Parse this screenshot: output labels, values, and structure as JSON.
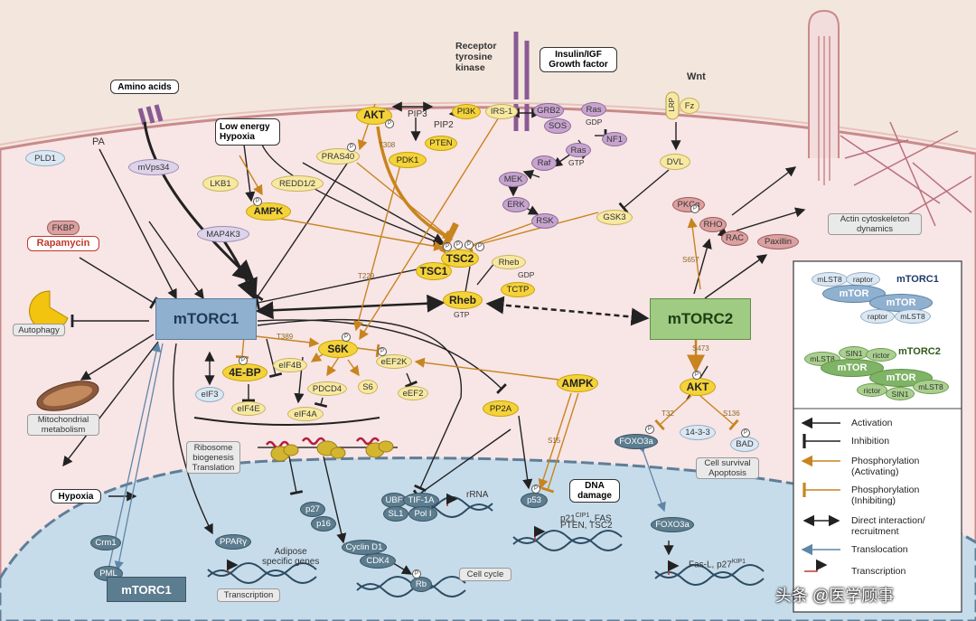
{
  "receptor": {
    "line1": "Receptor",
    "line2": "tyrosine",
    "line3": "kinase",
    "ligand_line1": "Insulin/IGF",
    "ligand_line2": "Growth factor"
  },
  "wnt": "Wnt",
  "amino_acids": "Amino acids",
  "low_energy_line1": "Low energy",
  "low_energy_line2": "Hypoxia",
  "nodes": {
    "pld1": "PLD1",
    "pa": "PA",
    "mvps34": "mVps34",
    "map4k3": "MAP4K3",
    "fkbp": "FKBP",
    "rapamycin": "Rapamycin",
    "lkb1": "LKB1",
    "ampk": "AMPK",
    "redd": "REDD1/2",
    "pras40": "PRAS40",
    "akt": "AKT",
    "pdk1": "PDK1",
    "pip3": "PIP3",
    "pip2": "PIP2",
    "pten": "PTEN",
    "pi3k": "PI3K",
    "irs1": "IRS-1",
    "grb2": "GRB2",
    "sos": "SOS",
    "ras": "Ras",
    "gdp": "GDP",
    "ras2": "Ras",
    "gtp": "GTP",
    "nf1": "NF1",
    "raf": "Raf",
    "mek": "MEK",
    "erk": "ERK",
    "rsk": "RSK",
    "tsc2": "TSC2",
    "tsc1": "TSC1",
    "rheb_gdp": "Rheb",
    "gdp2": "GDP",
    "tctp": "TCTP",
    "rheb": "Rheb",
    "gtp2": "GTP",
    "gsk3": "GSK3",
    "lrp": "LRP",
    "fz": "Fz",
    "dvl": "DVL",
    "pkca": "PKCα",
    "rho": "RHO",
    "rac": "RAC",
    "paxillin": "Paxillin",
    "actin_line1": "Actin cytoskeleton",
    "actin_line2": "dynamics",
    "mtorc1": "mTORC1",
    "mtorc2": "mTORC2",
    "autophagy": "Autophagy",
    "mito_line1": "Mitochondrial",
    "mito_line2": "metabolism",
    "fourebp": "4E-BP",
    "eif3": "eIF3",
    "eif4e": "eIF4E",
    "eif4b": "eIF4B",
    "pdcd4": "PDCD4",
    "eif4a": "eIF4A",
    "s6k": "S6K",
    "s6": "S6",
    "eef2k": "eEF2K",
    "eef2": "eEF2",
    "ampk2": "AMPK",
    "pp2a": "PP2A",
    "t389": "T389",
    "t308": "T308",
    "t229": "T229",
    "s657": "S657",
    "s473": "S473",
    "t32": "T32",
    "s136": "S136",
    "s15": "S15",
    "akt2": "AKT",
    "foxo3a": "FOXO3a",
    "fourteen33": "14-3-3",
    "bad": "BAD",
    "ribo_line1": "Ribosome",
    "ribo_line2": "biogenesis",
    "ribo_line3": "Translation",
    "survival_line1": "Cell survival",
    "survival_line2": "Apoptosis",
    "hypoxia": "Hypoxia",
    "p27": "p27",
    "p16": "p16",
    "cyclind1": "Cyclin D1",
    "cdk4": "CDK4",
    "rb": "Rb",
    "ubf": "UBF",
    "tif1a": "TIF-1A",
    "sl1": "SL1",
    "pol1": "Pol I",
    "rrna": "rRNA",
    "p53": "p53",
    "dna_damage_line1": "DNA",
    "dna_damage_line2": "damage",
    "p21_text": "p21",
    "p21_sup": "CIP1",
    "fas_text": ", FAS",
    "pten_tsc2": "PTEN, TSC2",
    "foxo3a_nuc": "FOXO3a",
    "fasl_text": "Fas-L, p27",
    "fasl_sup": "KIP1",
    "crm1": "Crm1",
    "pml": "PML",
    "mtorc1_nuc": "mTORC1",
    "ppar": "PPARγ",
    "adipose_line1": "Adipose",
    "adipose_line2": "specific genes",
    "transcription": "Transcription",
    "cell_cycle": "Cell cycle",
    "p_letter": "P"
  },
  "legend": {
    "title1": "mTORC1",
    "title2": "mTORC2",
    "c1_mlst8": "mLST8",
    "c1_raptor": "raptor",
    "c1_mtor": "mTOR",
    "c1_mtor2": "mTOR",
    "c1_raptor2": "raptor",
    "c1_mlst82": "mLST8",
    "c2_sin1": "SIN1",
    "c2_rictor": "rictor",
    "c2_mlst8": "mLST8",
    "c2_mtor": "mTOR",
    "c2_mtor2": "mTOR",
    "c2_rictor2": "rictor",
    "c2_sin12": "SIN1",
    "c2_mlst82": "mLST8",
    "items": [
      {
        "label": "Activation"
      },
      {
        "label": "Inhibition"
      },
      {
        "label": "Phosphorylation\n(Activating)"
      },
      {
        "label": "Phosphorylation\n(Inhibiting)"
      },
      {
        "label": "Direct interaction/\nrecruitment"
      },
      {
        "label": "Translocation"
      },
      {
        "label": "Transcription"
      }
    ]
  },
  "watermark": "头条 @医学顾事",
  "colors": {
    "cell_bg": "#f7e6e6",
    "nucleus": "#c7dcea",
    "mtorc1": "#8fb0cf",
    "mtorc2": "#9fcb82",
    "phospho": "#c8841e",
    "translocation": "#5f86a8"
  }
}
